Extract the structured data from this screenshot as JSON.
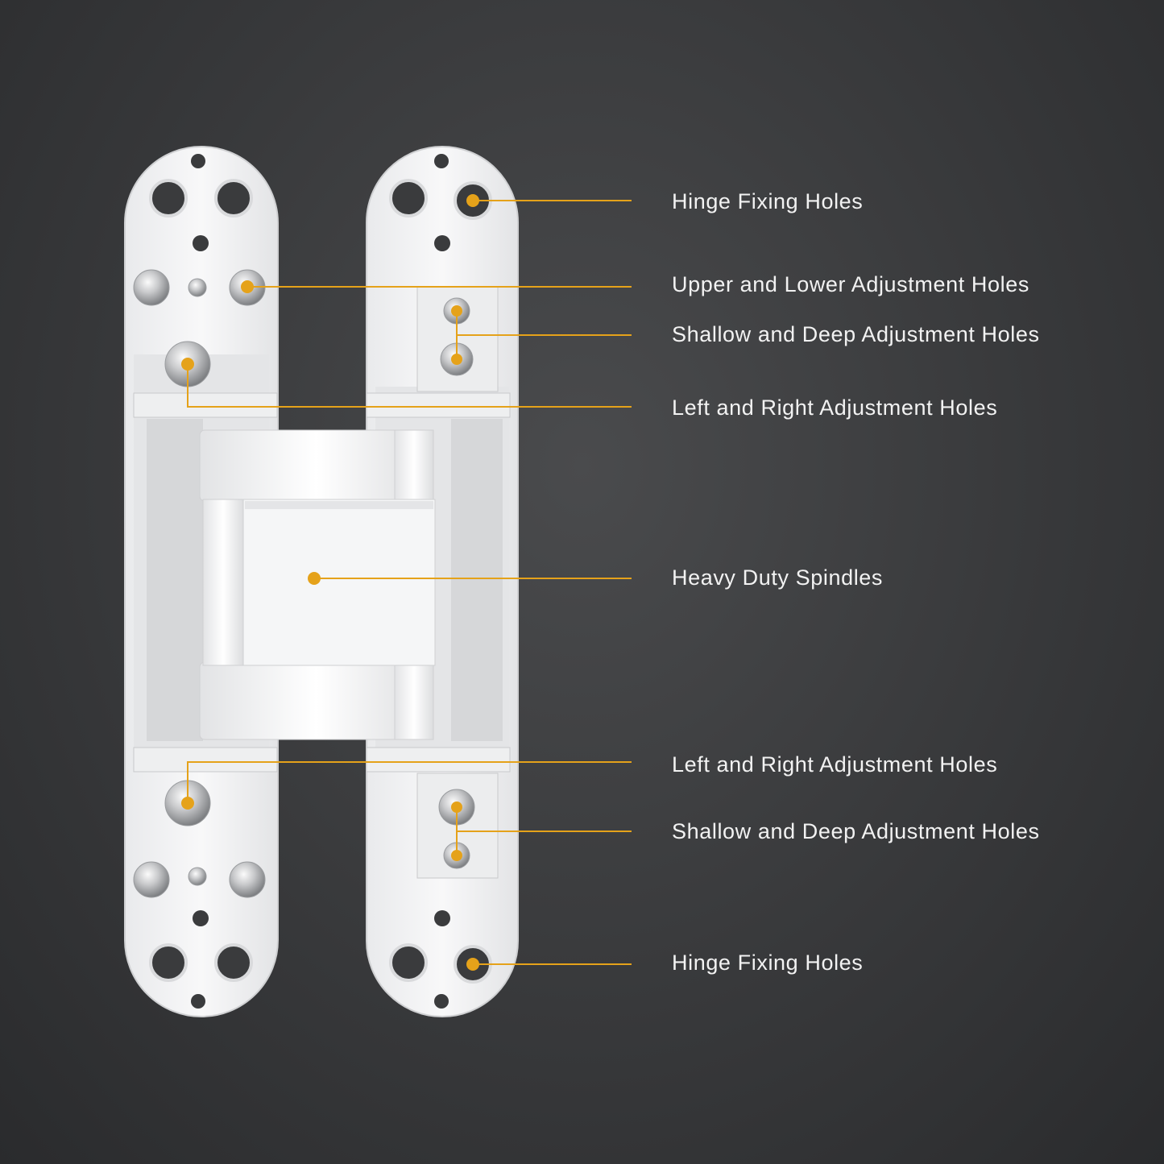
{
  "accent_color": "#e5a21a",
  "callouts": [
    {
      "id": "hinge-fixing-top",
      "label": "Hinge Fixing Holes"
    },
    {
      "id": "upper-lower",
      "label": "Upper and Lower Adjustment Holes"
    },
    {
      "id": "shallow-deep-top",
      "label": "Shallow and Deep Adjustment Holes"
    },
    {
      "id": "left-right-top",
      "label": "Left and Right Adjustment Holes"
    },
    {
      "id": "spindles",
      "label": "Heavy Duty Spindles"
    },
    {
      "id": "left-right-bottom",
      "label": "Left and Right Adjustment Holes"
    },
    {
      "id": "shallow-deep-bottom",
      "label": "Shallow and Deep Adjustment Holes"
    },
    {
      "id": "hinge-fixing-bottom",
      "label": "Hinge Fixing Holes"
    }
  ]
}
